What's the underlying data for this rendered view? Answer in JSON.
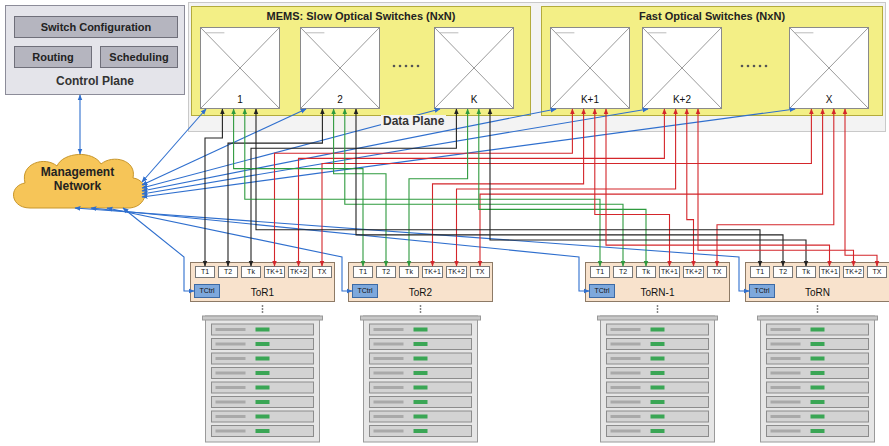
{
  "diagram": {
    "nodes": [
      {
        "text": [
          "Control Plane"
        ]
      },
      {
        "text": [
          "Switch Configuration"
        ],
        "in": 0
      },
      {
        "text": [
          "Routing"
        ],
        "in": 0
      },
      {
        "text": [
          "Scheduling"
        ],
        "in": 0
      },
      {
        "text": [
          "Data Plane"
        ]
      },
      {
        "text": [
          "MEMS: Slow Optical Switches (NxN)"
        ],
        "in": 4
      },
      {
        "text": [
          "1"
        ],
        "in": 5
      },
      {
        "text": [
          "2"
        ],
        "in": 5
      },
      {
        "text": [
          "K"
        ],
        "in": 5
      },
      {
        "text": [
          "Fast Optical Switches (NxN)"
        ],
        "in": 4
      },
      {
        "text": [
          "K+1"
        ],
        "in": 9
      },
      {
        "text": [
          "K+2"
        ],
        "in": 9
      },
      {
        "text": [
          "X"
        ],
        "in": 9
      },
      {
        "text": [
          "Management Network"
        ]
      },
      {
        "text": [
          "ToR1"
        ]
      },
      {
        "text": [
          "T1"
        ],
        "in": 14
      },
      {
        "text": [
          "T2"
        ],
        "in": 14
      },
      {
        "text": [
          "Tk"
        ],
        "in": 14
      },
      {
        "text": [
          "TK+1"
        ],
        "in": 14
      },
      {
        "text": [
          "TK+2"
        ],
        "in": 14
      },
      {
        "text": [
          "TX"
        ],
        "in": 14
      },
      {
        "text": [
          "TCtrl"
        ],
        "in": 14
      },
      {
        "text": [
          "ToR2"
        ]
      },
      {
        "text": [
          "T1"
        ],
        "in": 22
      },
      {
        "text": [
          "T2"
        ],
        "in": 22
      },
      {
        "text": [
          "Tk"
        ],
        "in": 22
      },
      {
        "text": [
          "TK+1"
        ],
        "in": 22
      },
      {
        "text": [
          "TK+2"
        ],
        "in": 22
      },
      {
        "text": [
          "TX"
        ],
        "in": 22
      },
      {
        "text": [
          "TCtrl"
        ],
        "in": 22
      },
      {
        "text": [
          "ToRN-1"
        ]
      },
      {
        "text": [
          "T1"
        ],
        "in": 30
      },
      {
        "text": [
          "T2"
        ],
        "in": 30
      },
      {
        "text": [
          "Tk"
        ],
        "in": 30
      },
      {
        "text": [
          "TK+1"
        ],
        "in": 30
      },
      {
        "text": [
          "TK+2"
        ],
        "in": 30
      },
      {
        "text": [
          "TX"
        ],
        "in": 30
      },
      {
        "text": [
          "TCtrl"
        ],
        "in": 30
      },
      {
        "text": [
          "ToRN"
        ]
      },
      {
        "text": [
          "T1"
        ],
        "in": 38
      },
      {
        "text": [
          "T2"
        ],
        "in": 38
      },
      {
        "text": [
          "Tk"
        ],
        "in": 38
      },
      {
        "text": [
          "TK+1"
        ],
        "in": 38
      },
      {
        "text": [
          "TK+2"
        ],
        "in": 38
      },
      {
        "text": [
          "TX"
        ],
        "in": 38
      },
      {
        "text": [
          "TCtrl"
        ],
        "in": 38
      }
    ],
    "edges": [
      {
        "from": 0,
        "to": 13,
        "arrow": "both"
      },
      {
        "from": 13,
        "to": 6,
        "arrow": "both"
      },
      {
        "from": 13,
        "to": 7,
        "arrow": "both"
      },
      {
        "from": 13,
        "to": 8,
        "arrow": "both"
      },
      {
        "from": 13,
        "to": 10,
        "arrow": "both"
      },
      {
        "from": 13,
        "to": 11,
        "arrow": "both"
      },
      {
        "from": 13,
        "to": 12,
        "arrow": "both"
      },
      {
        "from": 13,
        "to": 21,
        "arrow": "both"
      },
      {
        "from": 13,
        "to": 29,
        "arrow": "both"
      },
      {
        "from": 13,
        "to": 37,
        "arrow": "both"
      },
      {
        "from": 13,
        "to": 45,
        "arrow": "both"
      },
      {
        "from": 6,
        "to": 15,
        "arrow": "both"
      },
      {
        "from": 7,
        "to": 16,
        "arrow": "both"
      },
      {
        "from": 8,
        "to": 17,
        "arrow": "both"
      },
      {
        "from": 10,
        "to": 18,
        "arrow": "both"
      },
      {
        "from": 11,
        "to": 19,
        "arrow": "both"
      },
      {
        "from": 12,
        "to": 20,
        "arrow": "both"
      },
      {
        "from": 6,
        "to": 23,
        "arrow": "both"
      },
      {
        "from": 7,
        "to": 24,
        "arrow": "both"
      },
      {
        "from": 8,
        "to": 25,
        "arrow": "both"
      },
      {
        "from": 10,
        "to": 26,
        "arrow": "both"
      },
      {
        "from": 11,
        "to": 27,
        "arrow": "both"
      },
      {
        "from": 12,
        "to": 28,
        "arrow": "both"
      },
      {
        "from": 6,
        "to": 31,
        "arrow": "both"
      },
      {
        "from": 7,
        "to": 32,
        "arrow": "both"
      },
      {
        "from": 8,
        "to": 33,
        "arrow": "both"
      },
      {
        "from": 10,
        "to": 34,
        "arrow": "both"
      },
      {
        "from": 11,
        "to": 35,
        "arrow": "both"
      },
      {
        "from": 12,
        "to": 36,
        "arrow": "both"
      },
      {
        "from": 6,
        "to": 39,
        "arrow": "both"
      },
      {
        "from": 7,
        "to": 40,
        "arrow": "both"
      },
      {
        "from": 8,
        "to": 41,
        "arrow": "both"
      },
      {
        "from": 10,
        "to": 42,
        "arrow": "both"
      },
      {
        "from": 11,
        "to": 43,
        "arrow": "both"
      },
      {
        "from": 12,
        "to": 44,
        "arrow": "both"
      }
    ]
  }
}
